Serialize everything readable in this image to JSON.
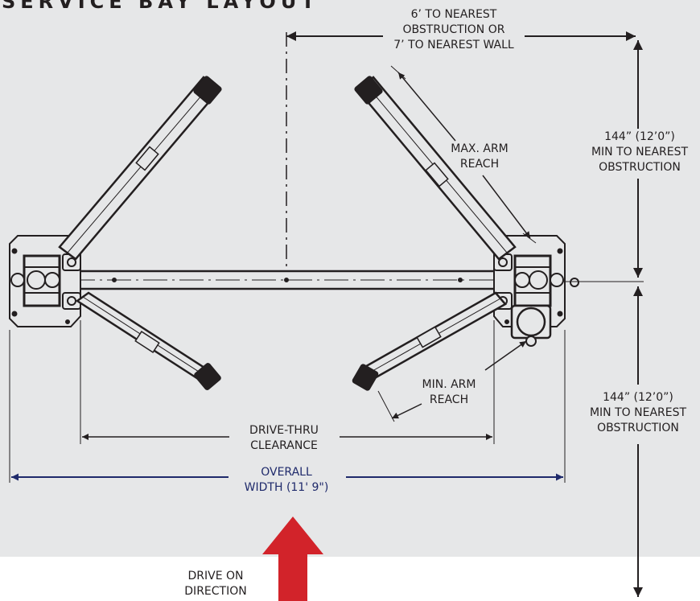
{
  "colors": {
    "bay_background": "#e6e7e8",
    "line": "#231f20",
    "overall_width": "#1f2a6b",
    "arrow": "#d2232a"
  },
  "title": "SERVICE BAY LAYOUT",
  "labels": {
    "top_clearance": "6’ TO NEAREST\nOBSTRUCTION OR\n7’ TO NEAREST WALL",
    "max_arm_reach": "MAX. ARM\nREACH",
    "rear_clearance": "144” (12’0”)\nMIN TO NEAREST\nOBSTRUCTION",
    "front_clearance": "144” (12’0”)\nMIN TO NEAREST\nOBSTRUCTION",
    "min_arm_reach": "MIN. ARM\nREACH",
    "drive_thru": "DRIVE-THRU\nCLEARANCE",
    "overall_width": "OVERALL\nWIDTH (11' 9\")",
    "drive_on": "DRIVE ON\nDIRECTION"
  },
  "icons": {
    "drive_direction": "up-arrow-icon"
  }
}
